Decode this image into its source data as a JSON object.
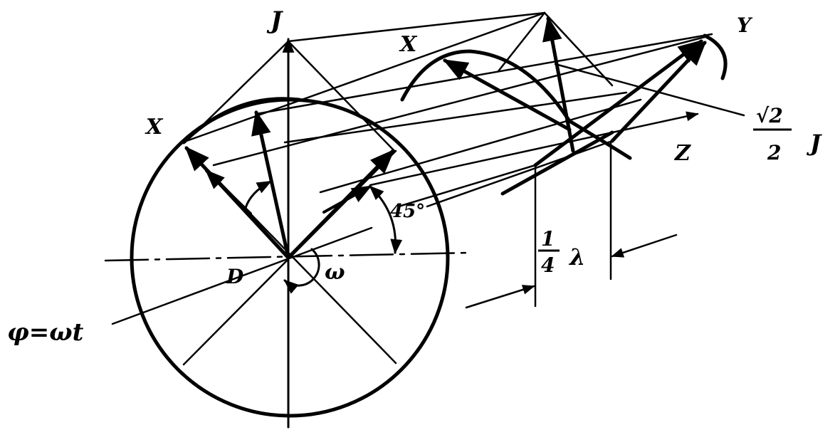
{
  "labels": {
    "axis_j_top": "J",
    "axis_x_left": "X",
    "axis_x_top": "X",
    "axis_y": "Y",
    "axis_z": "Z",
    "angle": "45°",
    "center": "D",
    "omega": "ω",
    "phase": "φ=ωt",
    "quarter_num": "1",
    "quarter_den": "4",
    "lambda": "λ",
    "amp_num": "√2",
    "amp_den": "2",
    "amp_j": "J"
  },
  "colors": {
    "ink": "#000000",
    "background": "#ffffff"
  }
}
